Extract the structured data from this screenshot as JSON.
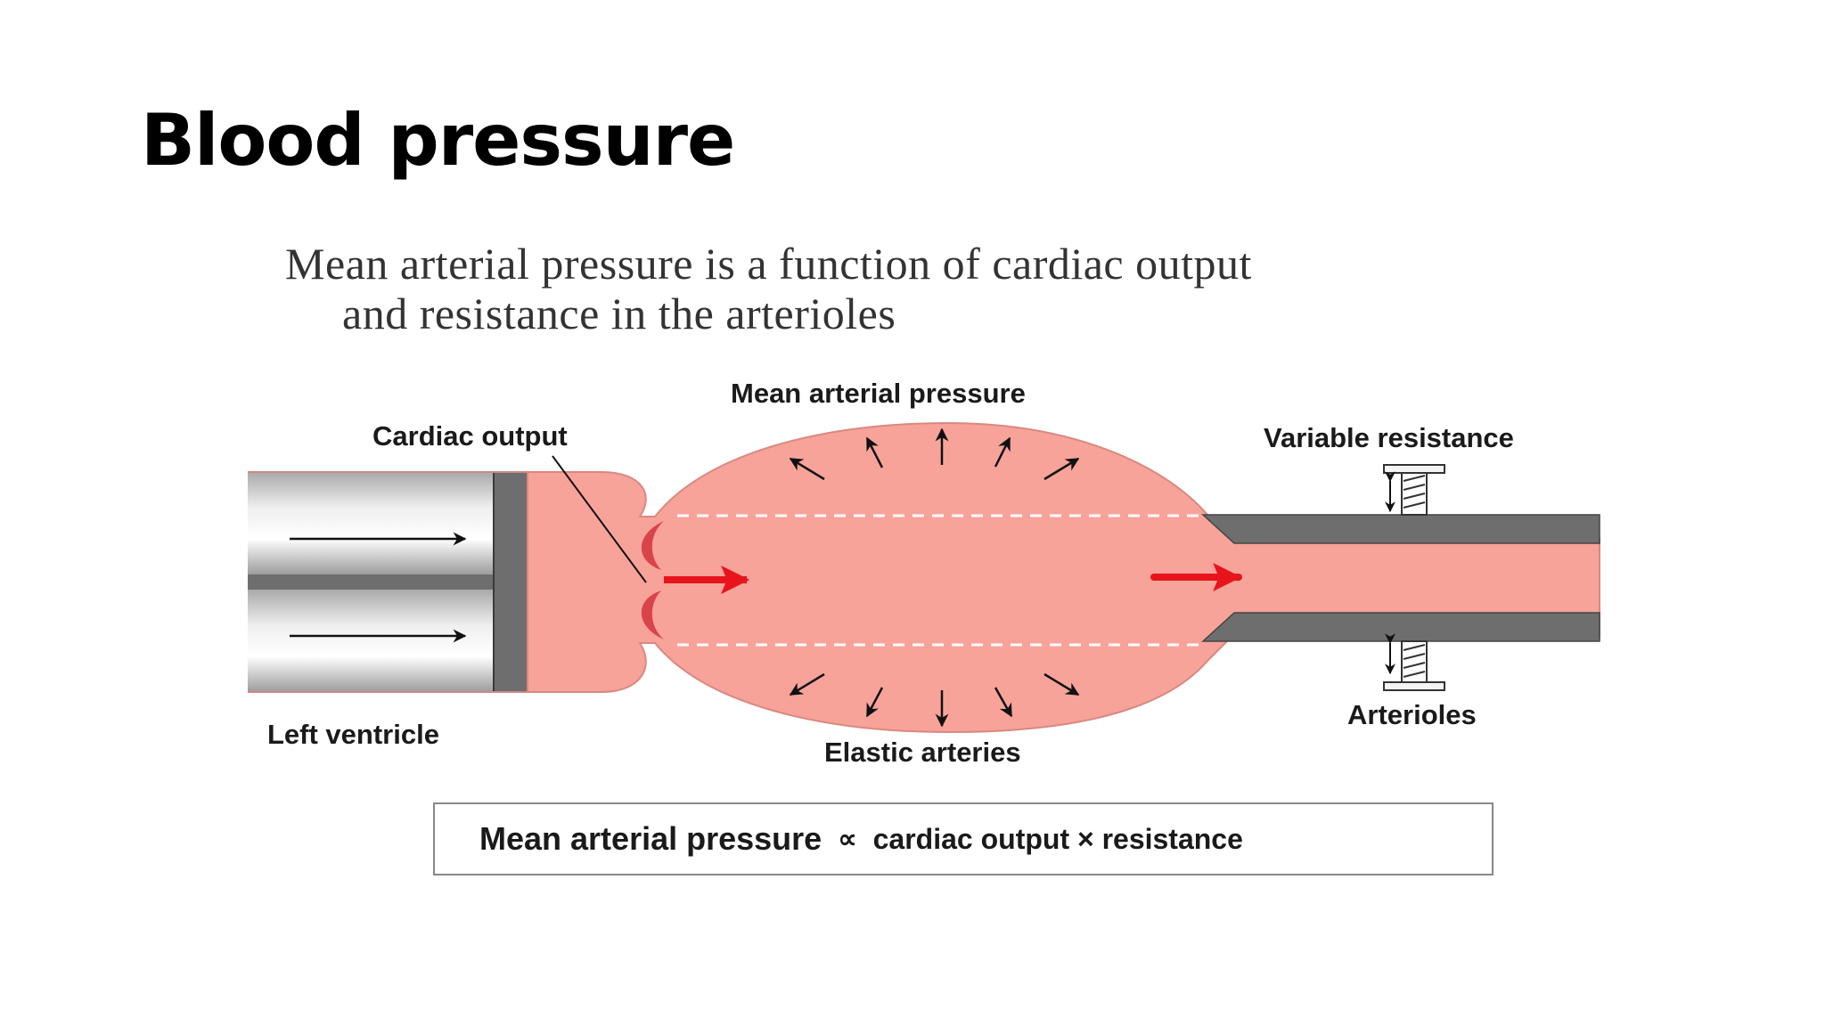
{
  "slide": {
    "title": "Blood pressure",
    "caption_line1": "Mean arterial pressure is a function of cardiac output",
    "caption_line2": "and resistance in the arterioles"
  },
  "diagram": {
    "labels": {
      "cardiac_output": "Cardiac output",
      "mean_arterial_pressure": "Mean arterial pressure",
      "variable_resistance": "Variable resistance",
      "left_ventricle": "Left ventricle",
      "elastic_arteries": "Elastic arteries",
      "arterioles": "Arterioles"
    },
    "colors": {
      "blood": "#f7a39a",
      "blood_outline": "#d98880",
      "valve": "#d9434a",
      "flow_arrow": "#e8141c",
      "wall": "#6e6e6e"
    }
  },
  "formula": {
    "left": "Mean arterial pressure",
    "proportional": "∝",
    "right": "cardiac output × resistance"
  }
}
